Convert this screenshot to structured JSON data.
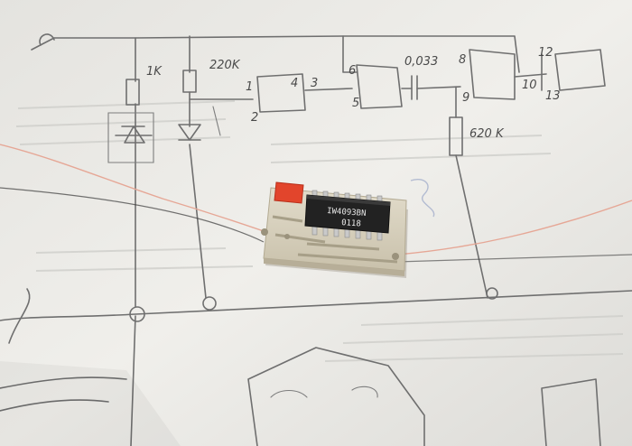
{
  "schematic": {
    "labels": {
      "r1": "1K",
      "r2": "220K",
      "cap": "0,033",
      "r3": "620 K",
      "pins": [
        "1",
        "2",
        "3",
        "6",
        "5",
        "8",
        "9",
        "10",
        "12",
        "13",
        "4"
      ]
    }
  },
  "chip": {
    "part_number": "IW4093BN",
    "date_code": "0118"
  },
  "colors": {
    "paper": "#ecebe7",
    "pcb": "#d7d0bd",
    "ic_body": "#222222",
    "wire": "#e6a796",
    "pencil": "#6f6f6f",
    "red_component": "#e2452c"
  }
}
